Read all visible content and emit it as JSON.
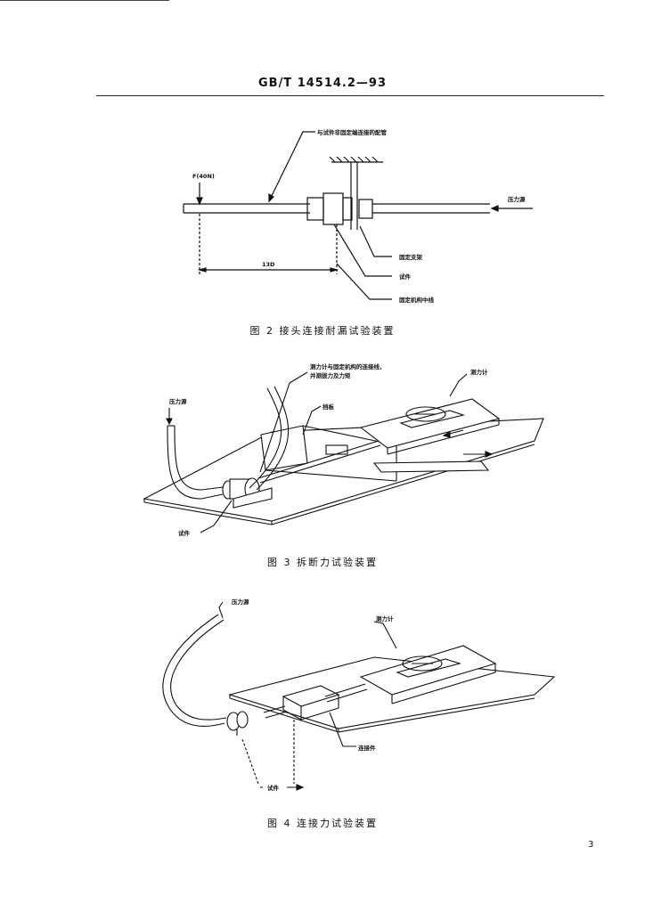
{
  "header": {
    "standard_no": "GB/T 14514.2—93"
  },
  "figure2": {
    "caption": "图 2   接头连接耐漏试验装置",
    "labels": {
      "pipe_note": "与试件非固定端连接的配管",
      "force": "F(40N)",
      "pressure_source": "压力源",
      "fixed_support": "固定支架",
      "specimen": "试件",
      "fixture_center": "固定机构中线",
      "distance": "13D"
    }
  },
  "figure3": {
    "caption": "图 3   拆断力试验装置",
    "labels": {
      "connect_note_1": "测力计与固定机构的连接线，",
      "connect_note_2": "并测拔力及力矩",
      "dynamometer": "测力计",
      "pressure_source": "压力源",
      "baffle": "挡板",
      "specimen": "试件"
    }
  },
  "figure4": {
    "caption": "图 4   连接力试验装置",
    "labels": {
      "pressure_source": "压力源",
      "dynamometer": "测力计",
      "connector": "连接件",
      "specimen": "试件"
    }
  },
  "page_number": "3"
}
